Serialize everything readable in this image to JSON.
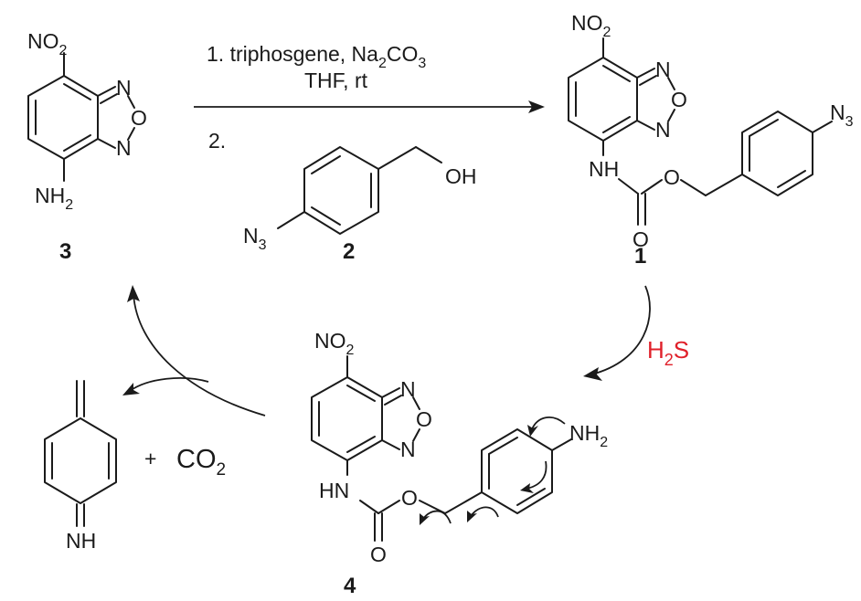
{
  "compounds": {
    "c3": {
      "label": "3",
      "nitro": "NO",
      "nitro_sub": "2",
      "ring_n1": "N",
      "ring_o": "O",
      "ring_n2": "N",
      "amine": "NH",
      "amine_sub": "2"
    },
    "c2": {
      "label": "2",
      "azide": "N",
      "azide_sub": "3",
      "hydroxyl": "OH"
    },
    "c1": {
      "label": "1",
      "nitro": "NO",
      "nitro_sub": "2",
      "ring_n1": "N",
      "ring_o": "O",
      "ring_n2": "N",
      "nh": "NH",
      "carbonyl_o": "O",
      "ester_o": "O",
      "azide": "N",
      "azide_sub": "3"
    },
    "c4": {
      "label": "4",
      "nitro": "NO",
      "nitro_sub": "2",
      "ring_n1": "N",
      "ring_o": "O",
      "ring_n2": "N",
      "nh": "HN",
      "carbonyl_o": "O",
      "ester_o": "O",
      "amine": "NH",
      "amine_sub": "2"
    },
    "byproduct": {
      "imine": "NH",
      "plus": "+",
      "co2": "CO",
      "co2_sub": "2"
    }
  },
  "reaction": {
    "step1_prefix": "1. triphosgene, Na",
    "step1_sub1": "2",
    "step1_mid": "CO",
    "step1_sub2": "3",
    "step1_line2": "THF, rt",
    "step2": "2."
  },
  "trigger": {
    "reagent": "H",
    "reagent_sub": "2",
    "reagent_tail": "S",
    "color": "#e0202a"
  }
}
